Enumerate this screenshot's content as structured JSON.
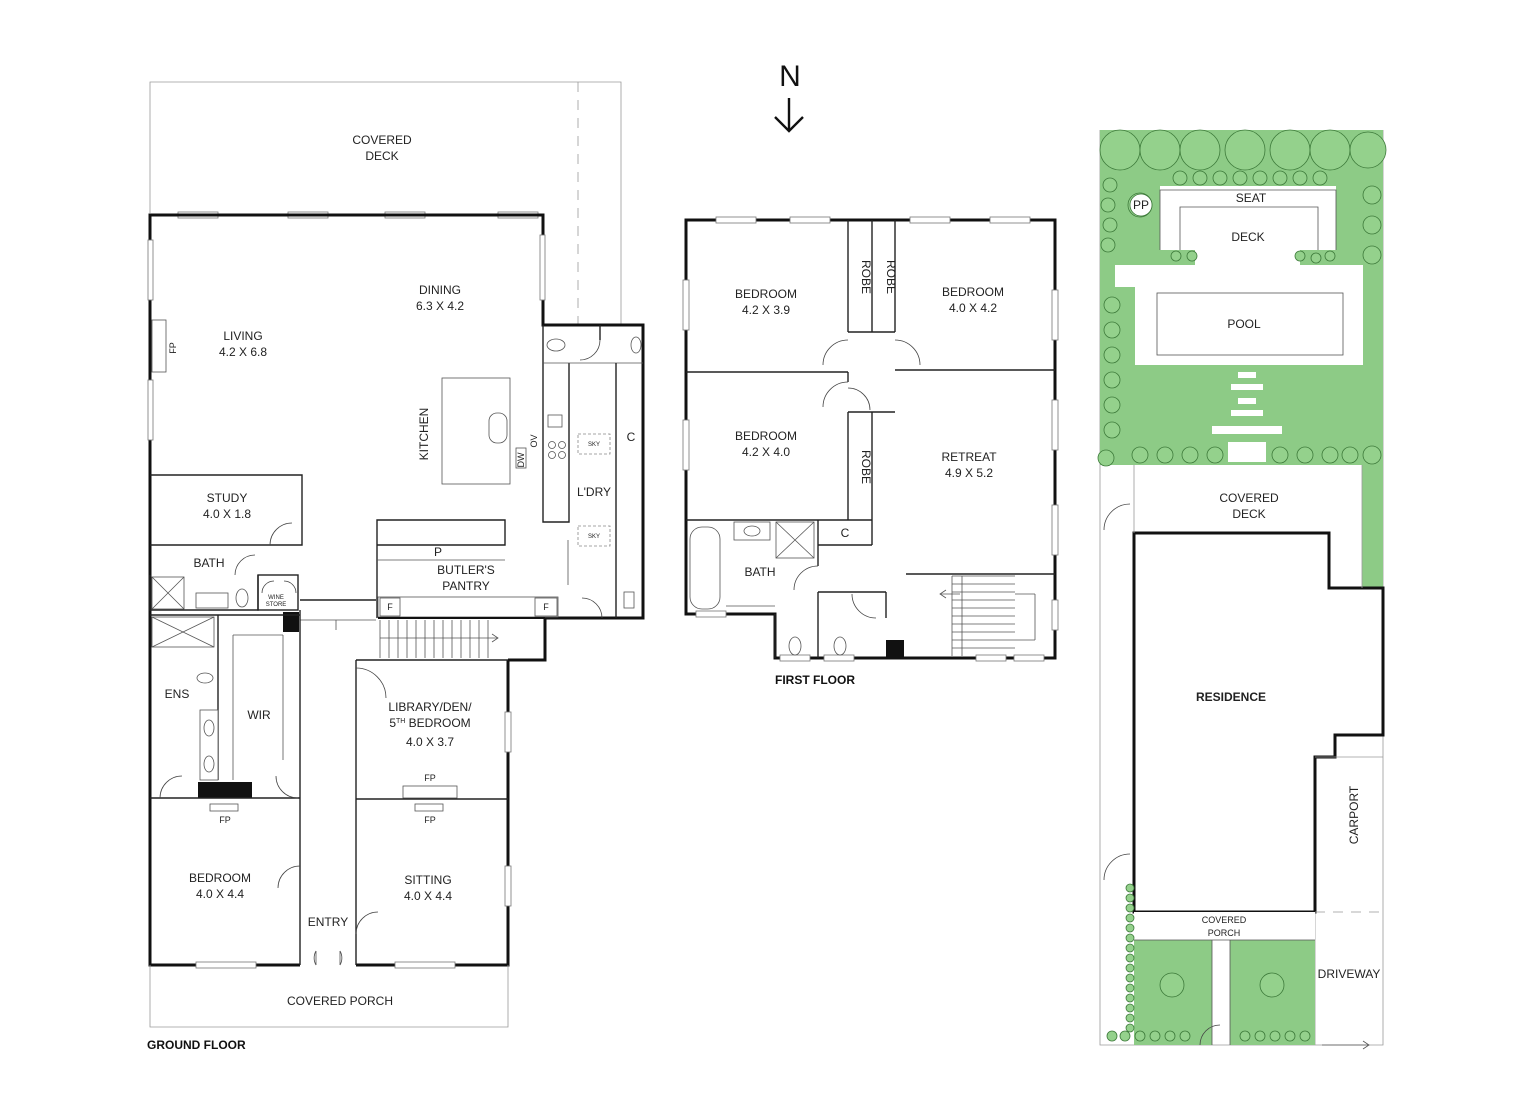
{
  "compass": {
    "letter": "N"
  },
  "ground_floor": {
    "caption": "GROUND FLOOR",
    "rooms": {
      "covered_deck_1": "COVERED",
      "covered_deck_2": "DECK",
      "dining_name": "DINING",
      "dining_size": "6.3 X 4.2",
      "living_name": "LIVING",
      "living_size": "4.2 X 6.8",
      "fp_living": "FP",
      "kitchen": "KITCHEN",
      "dw": "DW",
      "ov": "OV",
      "c_kitchen": "C",
      "sky_1": "SKY",
      "sky_2": "SKY",
      "ldry": "L'DRY",
      "study_name": "STUDY",
      "study_size": "4.0 X 1.8",
      "bath": "BATH",
      "wine_store_1": "WINE",
      "wine_store_2": "STORE",
      "p": "P",
      "butlers_1": "BUTLER'S",
      "butlers_2": "PANTRY",
      "f_1": "F",
      "f_2": "F",
      "ens": "ENS",
      "wir": "WIR",
      "library_1": "LIBRARY/DEN/",
      "library_2_num": "5",
      "library_2_sup": "TH",
      "library_2_rest": " BEDROOM",
      "library_size": "4.0 X 3.7",
      "fp_library": "FP",
      "fp_bedroom": "FP",
      "fp_sitting": "FP",
      "bedroom_name": "BEDROOM",
      "bedroom_size": "4.0 X 4.4",
      "sitting_name": "SITTING",
      "sitting_size": "4.0 X 4.4",
      "entry": "ENTRY",
      "covered_porch": "COVERED PORCH"
    }
  },
  "first_floor": {
    "caption": "FIRST FLOOR",
    "rooms": {
      "bed1_name": "BEDROOM",
      "bed1_size": "4.2 X 3.9",
      "robe1": "ROBE",
      "robe2": "ROBE",
      "bed2_name": "BEDROOM",
      "bed2_size": "4.0 X 4.2",
      "bed3_name": "BEDROOM",
      "bed3_size": "4.2 X 4.0",
      "robe3": "ROBE",
      "retreat_name": "RETREAT",
      "retreat_size": "4.9 X 5.2",
      "c": "C",
      "bath": "BATH"
    }
  },
  "site_plan": {
    "pp": "PP",
    "seat": "SEAT",
    "deck": "DECK",
    "pool": "POOL",
    "covered_deck_1": "COVERED",
    "covered_deck_2": "DECK",
    "residence": "RESIDENCE",
    "carport": "CARPORT",
    "covered_porch_1": "COVERED",
    "covered_porch_2": "PORCH",
    "driveway": "DRIVEWAY"
  },
  "colors": {
    "wall": "#111111",
    "grass": "#8dcb86",
    "tree_fill": "#94d18c",
    "tree_stroke": "#3d7a3a"
  }
}
